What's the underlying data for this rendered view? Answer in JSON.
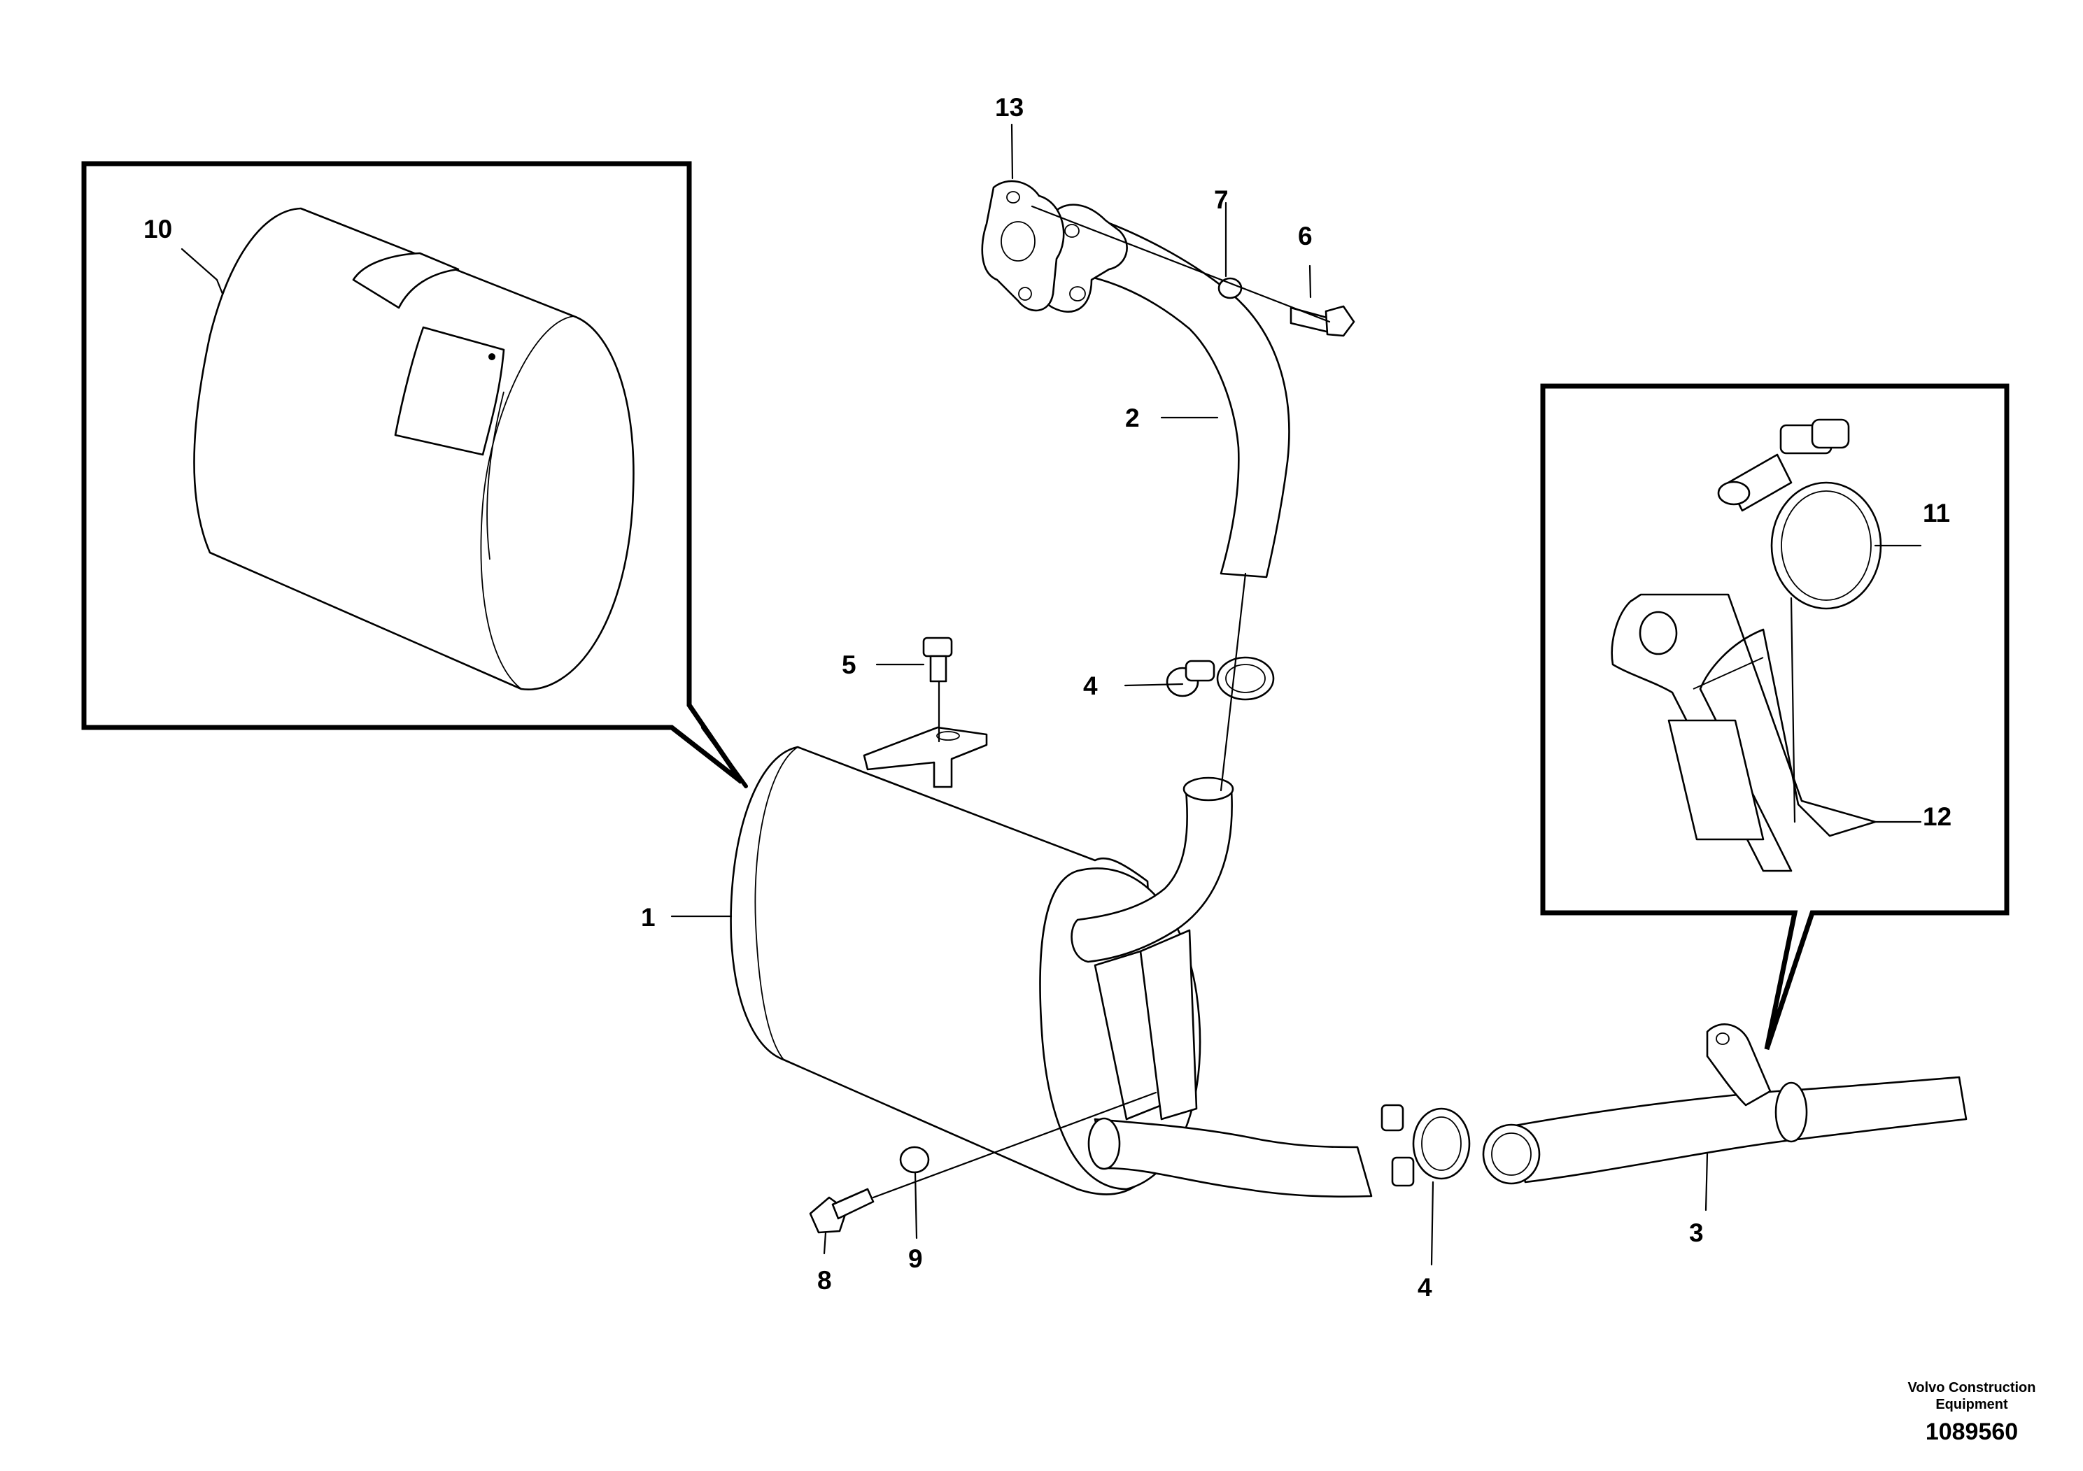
{
  "callouts": {
    "muffler": "1",
    "inlet_pipe": "2",
    "tail_pipe": "3",
    "clamp_upper": "4",
    "clamp_lower": "4",
    "bracket_screw": "5",
    "flange_screw": "6",
    "flange_washer": "7",
    "lower_screw": "8",
    "lower_spacer": "9",
    "heat_shield": "10",
    "hose_clamp": "11",
    "clamp_bracket": "12",
    "gasket": "13"
  },
  "footer": {
    "publisher_line1": "Volvo Construction",
    "publisher_line2": "Equipment",
    "reference_number": "1089560"
  }
}
